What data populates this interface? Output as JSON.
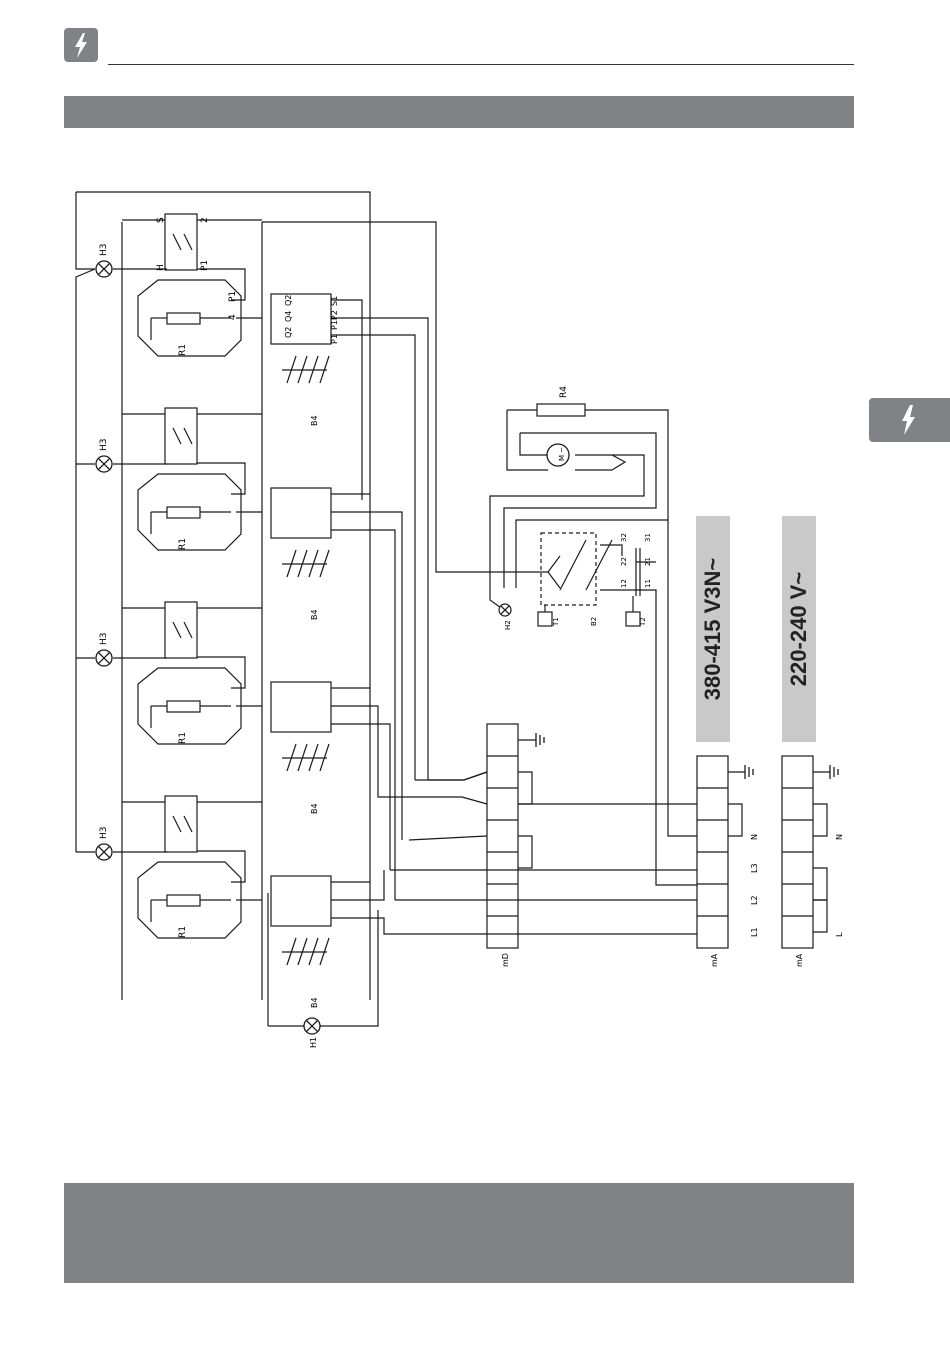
{
  "labels": {
    "lamp_h3": "H3",
    "lamp_h1": "H1",
    "lamp_h2": "H2",
    "heater_r1": "R1",
    "resistor_r4": "R4",
    "switch_b4": "B4",
    "switch_b2": "B2",
    "thermo_t1": "T1",
    "thermo_t2": "T2",
    "term_mD": "mD",
    "term_mA": "mA",
    "regulator": {
      "s": "S",
      "h": "H",
      "n2": "2",
      "p1": "P1"
    },
    "element": {
      "p1": "P1",
      "n4": "4"
    },
    "switch_block": {
      "q2": "Q2",
      "q4": "Q4",
      "q2b": "Q2",
      "s1": "S1",
      "p1p2": "P1P2",
      "p1s": "P1",
      "contacts": "1 2 3 4"
    },
    "motor": "M ~",
    "contacts_b2": {
      "c31": "31",
      "c32": "32",
      "c21": "21",
      "c22": "22",
      "c11": "11",
      "c12": "12"
    },
    "phase_marks": {
      "n": "N",
      "l3": "L3",
      "l2": "L2",
      "l1": "L1",
      "l": "L"
    }
  },
  "voltage_3ph": "380-415 V3N~",
  "voltage_1ph": "220-240 V~",
  "colors": {
    "band": "#808285",
    "voltage_band": "#c9c9c9",
    "line": "#1a1a1a"
  }
}
